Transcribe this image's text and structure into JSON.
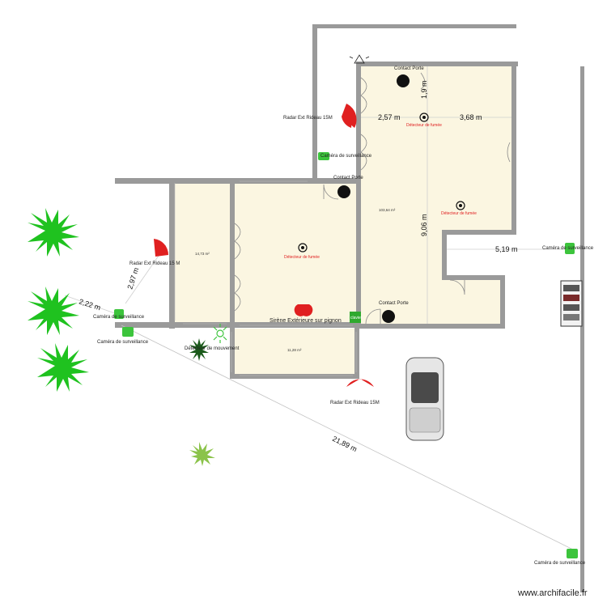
{
  "watermark": "www.archifacile.fr",
  "colors": {
    "room_fill": "#fbf6e1",
    "wall": "#9a9a9a",
    "device_red": "#e02020",
    "camera_green": "#3cc43c",
    "palm_green": "#1fc21f"
  },
  "labels": {
    "contact_porte_top": "Contact Porte",
    "contact_porte_mid": "Contact Porte",
    "contact_porte_bottom": "Contact Porte",
    "radar_top": "Radar Ext Rideau 15M",
    "radar_left": "Radar Ext Rideau 15 M",
    "radar_bottom": "Radar Ext Rideau 15M",
    "camera_top": "Caméra de surveillance",
    "camera_right": "Caméra de surveillance",
    "camera_left": "Caméra de surveillance",
    "camera_left2": "Caméra de surveillance",
    "camera_bottom": "Caméra de surveillance",
    "smoke_top": "Détecteur de fumée",
    "smoke_right": "Détecteur de fumée",
    "smoke_center": "Détecteur de fumée",
    "siren": "Sirène Extérieure sur pignon",
    "motion": "Détecteur de mouvement",
    "clavier": "clavier"
  },
  "areas": {
    "main": "103,64 m²",
    "left": "14,73 m²",
    "bottom": "11,28 m²"
  },
  "measurements": {
    "m1": "2,57 m",
    "m2": "3,68 m",
    "m3": "1,9 m",
    "m4": "9,06 m",
    "m5": "5,19 m",
    "m6": "2,97 m",
    "m7": "2,22 m",
    "m8": "21,89 m"
  },
  "icons": [
    "palm-tree-icon",
    "camera-icon",
    "smoke-detector-icon",
    "radar-icon",
    "siren-icon",
    "motion-detector-icon",
    "car-icon",
    "door-contact-icon",
    "keypad-icon",
    "electrical-panel-icon"
  ]
}
